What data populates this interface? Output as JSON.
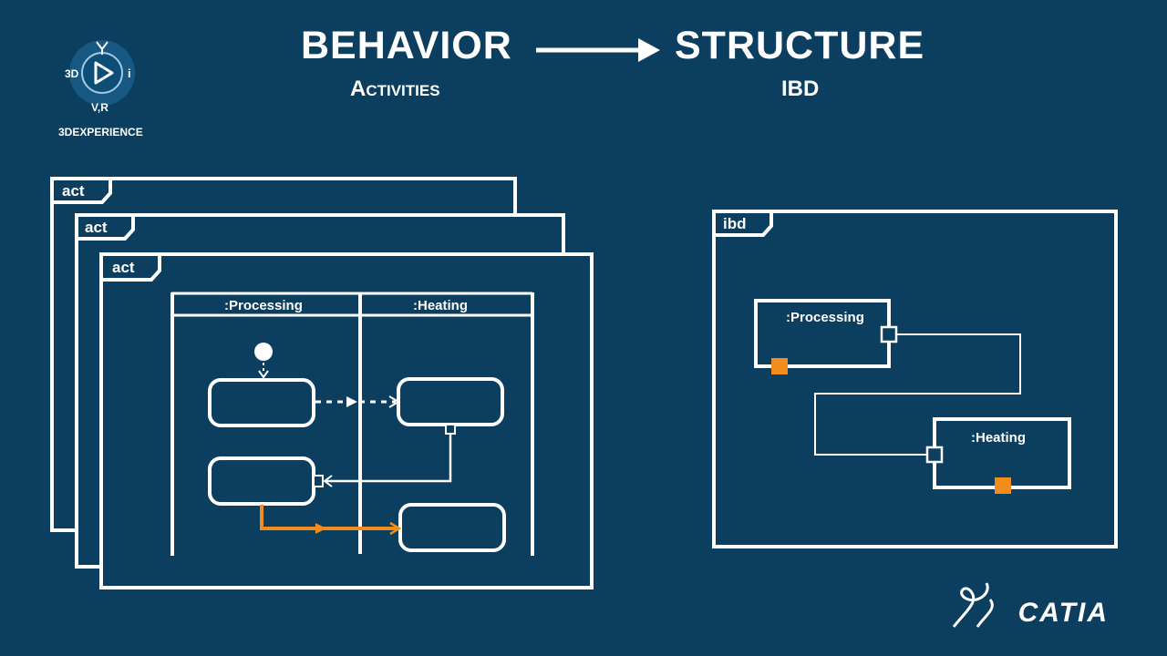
{
  "header": {
    "left_title": "BEHAVIOR",
    "left_subtitle": "Activities",
    "right_title": "STRUCTURE",
    "right_subtitle": "IBD"
  },
  "logo": {
    "brand": "3DEXPERIENCE",
    "compass_left": "3D",
    "compass_right": "i",
    "compass_bottom": "V,R",
    "icon": "compass-play-icon"
  },
  "activity": {
    "frame_labels": [
      "act",
      "act",
      "act"
    ],
    "swimlanes": [
      ":Processing",
      ":Heating"
    ]
  },
  "ibd": {
    "frame_label": "ibd",
    "blocks": [
      ":Processing",
      ":Heating"
    ]
  },
  "footer": {
    "brand": "CATIA",
    "brand_icon": "ds-logo-icon"
  },
  "colors": {
    "background": "#0b3e5f",
    "line": "#ffffff",
    "accent": "#f28c1a"
  }
}
